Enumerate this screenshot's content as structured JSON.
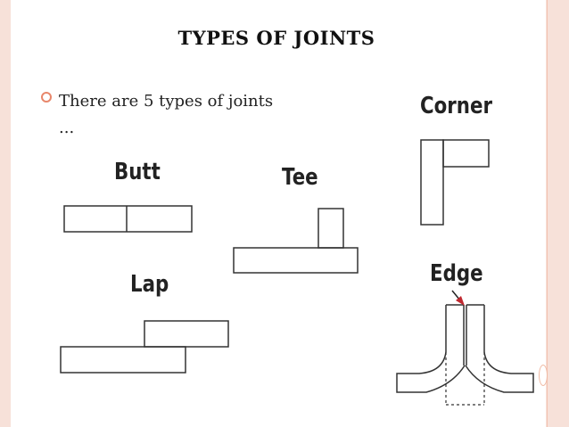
{
  "slide": {
    "title": "TYPES OF JOINTS",
    "bullet_text": "There are 5 types of joints ...",
    "accent_color": "#e8876b",
    "border_color": "#f7e1d9"
  },
  "joints": {
    "butt": "Butt",
    "tee": "Tee",
    "corner": "Corner",
    "lap": "Lap",
    "edge": "Edge"
  }
}
